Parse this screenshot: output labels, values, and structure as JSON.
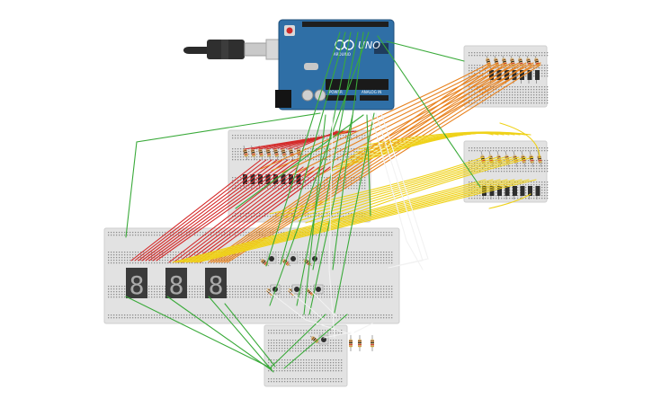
{
  "board": {
    "brand_text": "ARDUINO",
    "model_text": "UNO",
    "power_label": "POWER",
    "analog_label": "ANALOG IN"
  },
  "displays": {
    "digit_glyph": "8",
    "count": 3
  },
  "colors": {
    "board_blue": "#2f6fa6",
    "breadboard": "#e2e2e2",
    "wire_red": "#d42a2a",
    "wire_orange": "#e8821e",
    "wire_yellow": "#efd21a",
    "wire_green": "#3aaa3a",
    "wire_white": "#f2f2f2",
    "segment_display": "#3b3b3b",
    "usb_cable": "#2b2b2b"
  }
}
